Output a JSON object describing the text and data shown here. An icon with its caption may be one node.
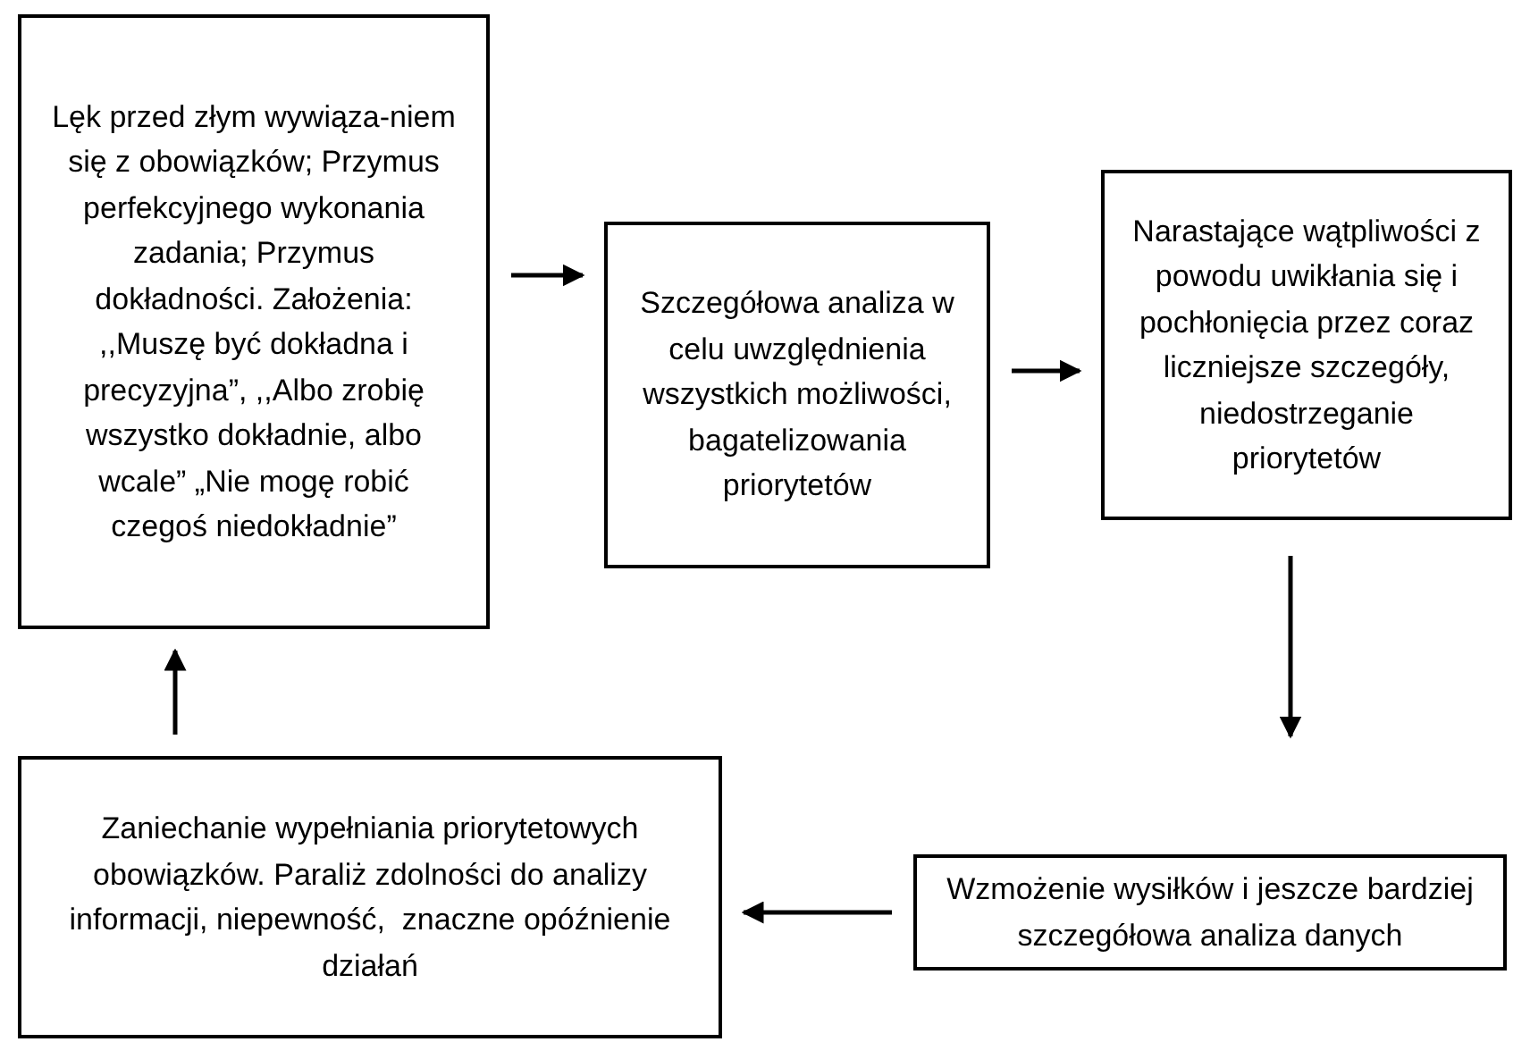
{
  "diagram": {
    "nodes": [
      {
        "text": [
          "Lęk przed złym wywiąza-niem się z obowiązków; Przymus perfekcyjnego wykonania zadania; Przymus dokładności. Założenia: ,,Muszę być dokładna i precyzyjna”, ,,Albo zrobię wszystko dokładnie, albo wcale” „Nie mogę robić czegoś niedokładnie”"
        ]
      },
      {
        "text": [
          "Szczegółowa analiza w celu uwzględnienia wszystkich możliwości, bagatelizowania priorytetów"
        ]
      },
      {
        "text": [
          "Narastające wątpliwości z powodu uwikłania się i pochłonięcia przez coraz liczniejsze szczegóły, niedostrzeganie priorytetów"
        ]
      },
      {
        "text": [
          "Wzmożenie wysiłków i jeszcze bardziej szczegółowa analiza danych"
        ]
      },
      {
        "text": [
          "Zaniechanie wypełniania priorytetowych obowiązków. Paraliż zdolności do analizy informacji, niepewność,  znaczne opóźnienie działań"
        ]
      }
    ],
    "edges": [
      {
        "from": 0,
        "to": 1,
        "arrow": "to"
      },
      {
        "from": 1,
        "to": 2,
        "arrow": "to"
      },
      {
        "from": 2,
        "to": 3,
        "arrow": "to"
      },
      {
        "from": 3,
        "to": 4,
        "arrow": "to"
      },
      {
        "from": 4,
        "to": 0,
        "arrow": "to"
      }
    ]
  }
}
